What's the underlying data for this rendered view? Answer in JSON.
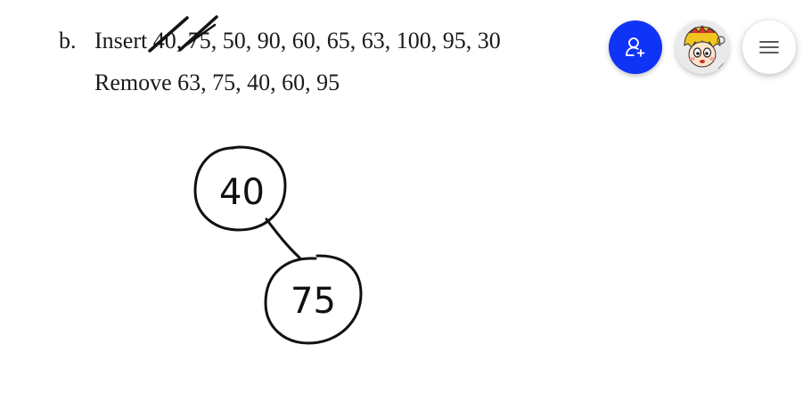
{
  "problem": {
    "label": "b.",
    "insert_word": "Insert",
    "insert_crossed": "40, 75",
    "insert_rest": ", 50, 90, 60, 65, 63, 100, 95, 30",
    "remove_line": "Remove 63, 75, 40, 60, 95"
  },
  "tree": {
    "nodes": [
      {
        "value": "40"
      },
      {
        "value": "75"
      }
    ]
  },
  "toolbar": {
    "invite_icon": "add-person-icon",
    "avatar_icon": "cartoon-avatar",
    "menu_icon": "hamburger-menu-icon",
    "invite_color": "#1034f5"
  }
}
